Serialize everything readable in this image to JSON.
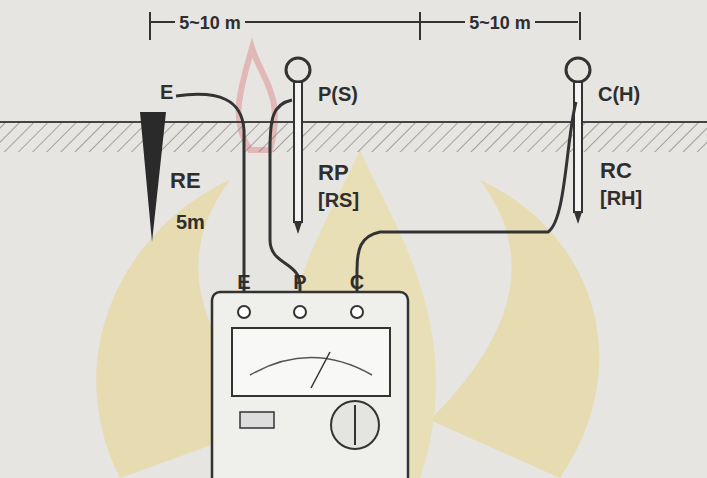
{
  "diagram": {
    "labels": [
      "5~10 m",
      "5~10 m",
      "E",
      "P(S)",
      "C(H)",
      "RE",
      "5m",
      "RP",
      "[RS]",
      "RC",
      "[RH]",
      "E",
      "P",
      "C"
    ]
  }
}
